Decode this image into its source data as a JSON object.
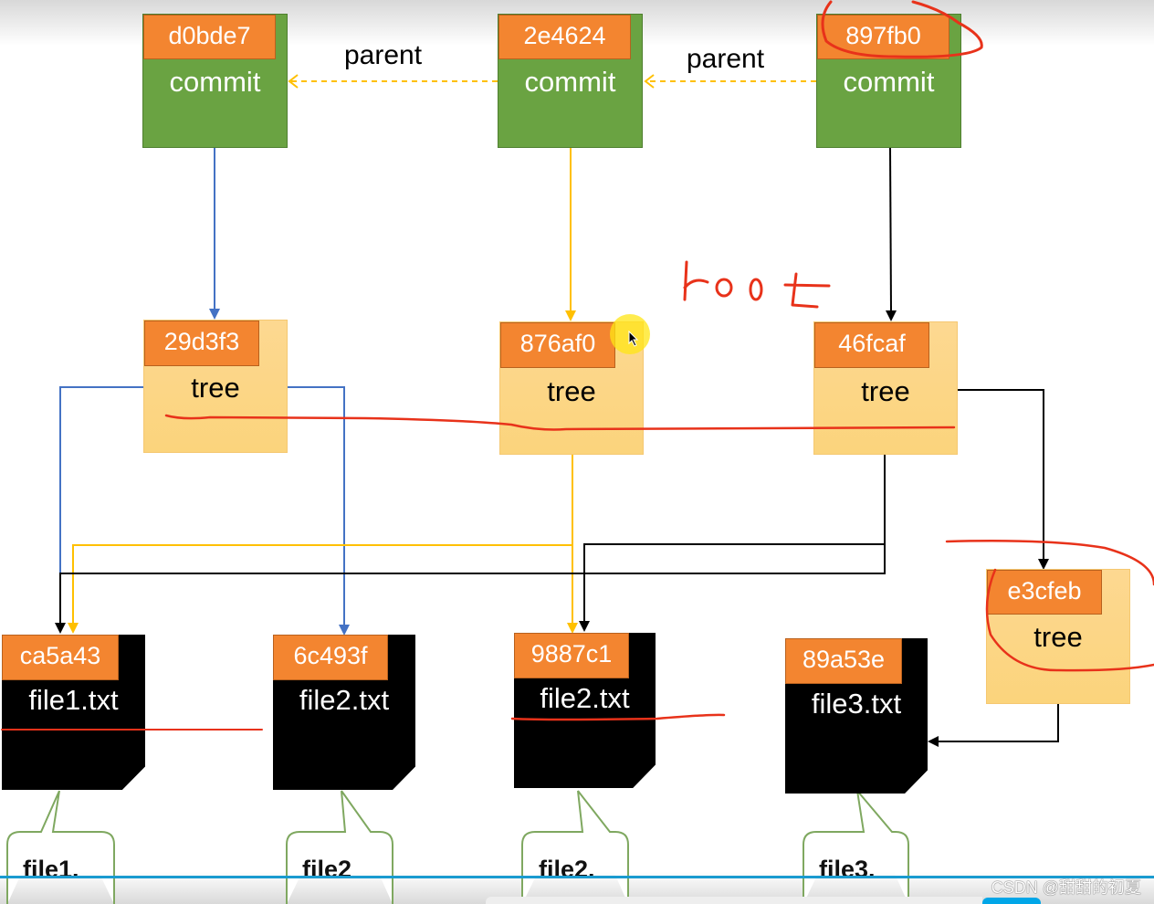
{
  "commits": [
    {
      "hash": "d0bde7",
      "type": "commit"
    },
    {
      "hash": "2e4624",
      "type": "commit"
    },
    {
      "hash": "897fb0",
      "type": "commit"
    }
  ],
  "edge_labels": {
    "parent_1": "parent",
    "parent_2": "parent"
  },
  "trees": [
    {
      "hash": "29d3f3",
      "type": "tree"
    },
    {
      "hash": "876af0",
      "type": "tree"
    },
    {
      "hash": "46fcaf",
      "type": "tree"
    },
    {
      "hash": "e3cfeb",
      "type": "tree"
    }
  ],
  "blobs": [
    {
      "hash": "ca5a43",
      "name": "file1.txt",
      "content": "file1."
    },
    {
      "hash": "6c493f",
      "name": "file2.txt",
      "content": "file2"
    },
    {
      "hash": "9887c1",
      "name": "file2.txt",
      "content": "file2."
    },
    {
      "hash": "89a53e",
      "name": "file3.txt",
      "content": "file3."
    }
  ],
  "annotations": {
    "handwritten_text": "root"
  },
  "colors": {
    "commit": "#6aa342",
    "hash_badge": "#f38530",
    "tree": "#fdd891",
    "blob": "#000000",
    "edge_blue": "#4472c4",
    "edge_yellow": "#ffc000",
    "edge_black": "#000000",
    "ink_red": "#e8321a",
    "callout_green": "#7fa860"
  },
  "watermark": "CSDN @甜甜的初夏"
}
